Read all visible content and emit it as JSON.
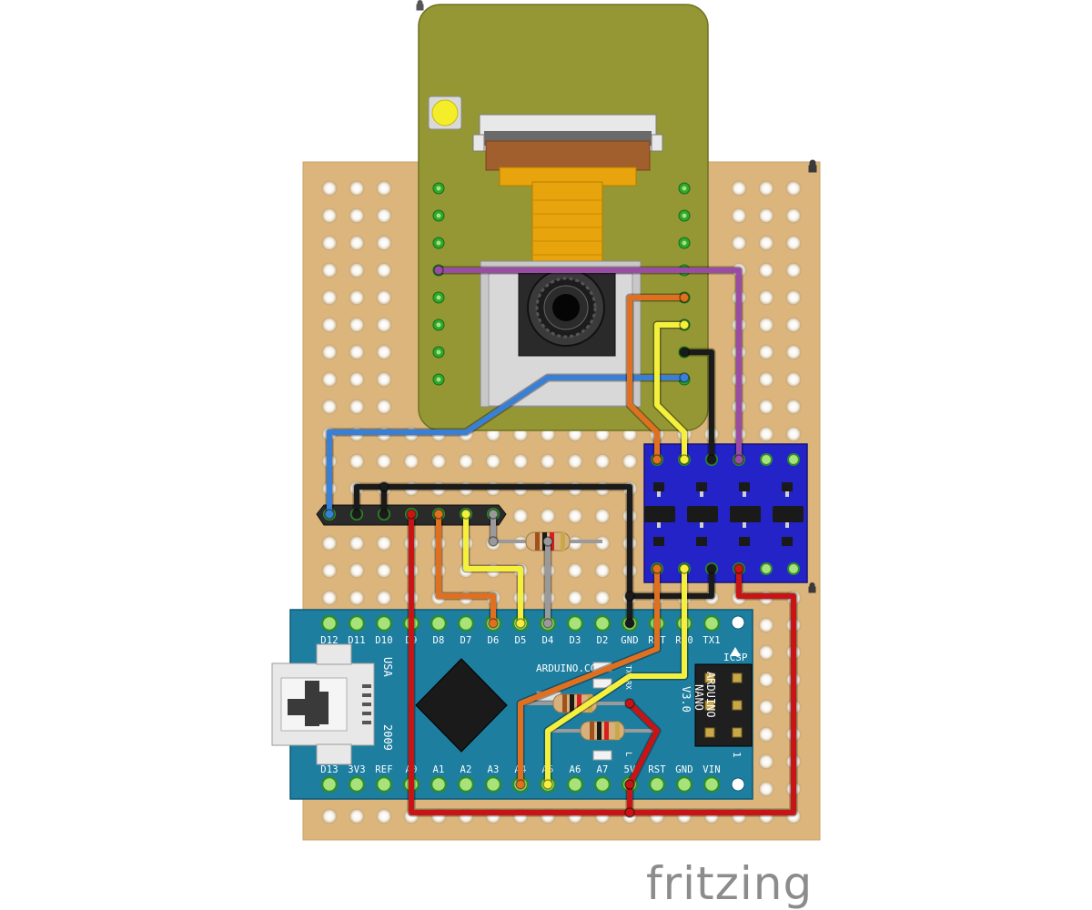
{
  "nano": {
    "top_pins": [
      "D12",
      "D11",
      "D10",
      "D9",
      "D8",
      "D7",
      "D6",
      "D5",
      "D4",
      "D3",
      "D2",
      "GND",
      "RST",
      "RX0",
      "TX1"
    ],
    "bottom_pins": [
      "D13",
      "3V3",
      "REF",
      "A0",
      "A1",
      "A2",
      "A3",
      "A4",
      "A5",
      "A6",
      "A7",
      "5V",
      "RST",
      "GND",
      "VIN"
    ],
    "usa_label": "USA",
    "year_label": "2009",
    "maker_label": "ARDUINO.CC",
    "model_line1": "ARDUINO",
    "model_line2": "NANO",
    "model_line3": "V3.0",
    "icsp_label": "ICSP",
    "icsp_pin1": "1",
    "tx_label": "TX",
    "rx_label": "RX",
    "l_label": "L"
  },
  "brand": "fritzing",
  "colors": {
    "perfboard": "#dcb57d",
    "camera_board": "#949733",
    "nano_board": "#1d7ea0",
    "level_shifter": "#2323c8",
    "wire_blue": "#3a7fd6",
    "wire_purple": "#9a4ca5",
    "wire_orange": "#e07020",
    "wire_yellow": "#f4f03c",
    "wire_black": "#1a1a1a",
    "wire_red": "#c81414",
    "wire_gray": "#9a9a9a"
  }
}
